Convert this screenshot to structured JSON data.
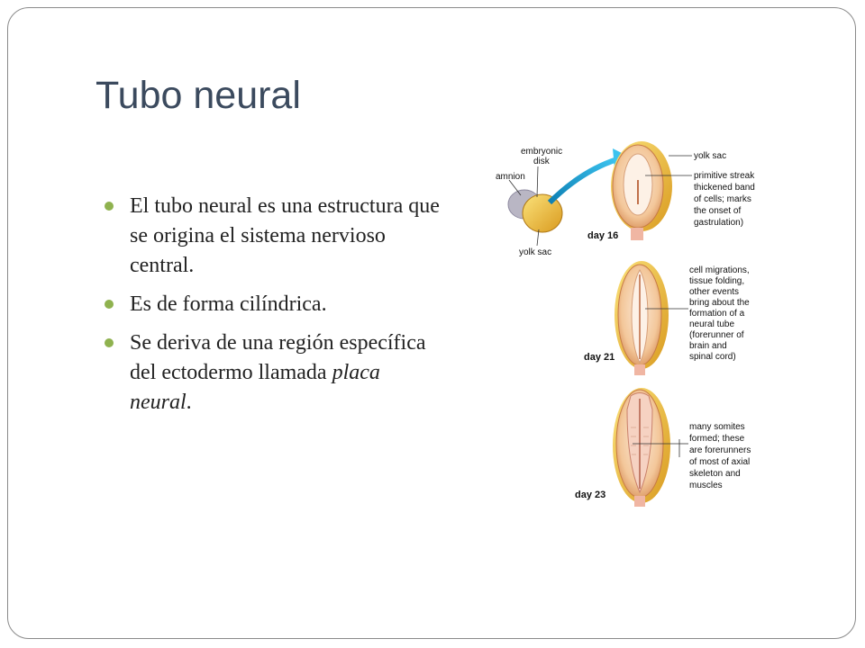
{
  "title": "Tubo neural",
  "bullets": [
    {
      "text": "El tubo neural es una estructura que se origina el sistema nervioso central."
    },
    {
      "text": "Es de forma cilíndrica."
    },
    {
      "text_before": "Se deriva de una región específica del ectodermo llamada ",
      "text_em": "placa neural",
      "text_after": "."
    }
  ],
  "figure": {
    "labels": {
      "amnion": "amnion",
      "embryonic_disk_1": "embryonic",
      "embryonic_disk_2": "disk",
      "yolk_sac_left": "yolk sac",
      "yolk_sac_right": "yolk sac",
      "streak": [
        "primitive streak",
        "thickened band",
        "of cells; marks",
        "the onset of",
        "gastrulation)"
      ],
      "day16_text": [
        "cell migrations,",
        "tissue folding,",
        "other events",
        "bring about the",
        "formation of a",
        "neural tube",
        "(forerunner of",
        "brain and",
        "spinal cord)"
      ],
      "somites": [
        "many somites",
        "formed; these",
        "are forerunners",
        "of most of axial",
        "skeleton and",
        "muscles"
      ]
    },
    "days": [
      "day 16",
      "day 21",
      "day 23"
    ],
    "colors": {
      "embryo_fill": "#f3c79a",
      "yolk": "#f2d05a",
      "arrow": "#1aa3d6",
      "amnion": "#b9b6c4"
    }
  }
}
